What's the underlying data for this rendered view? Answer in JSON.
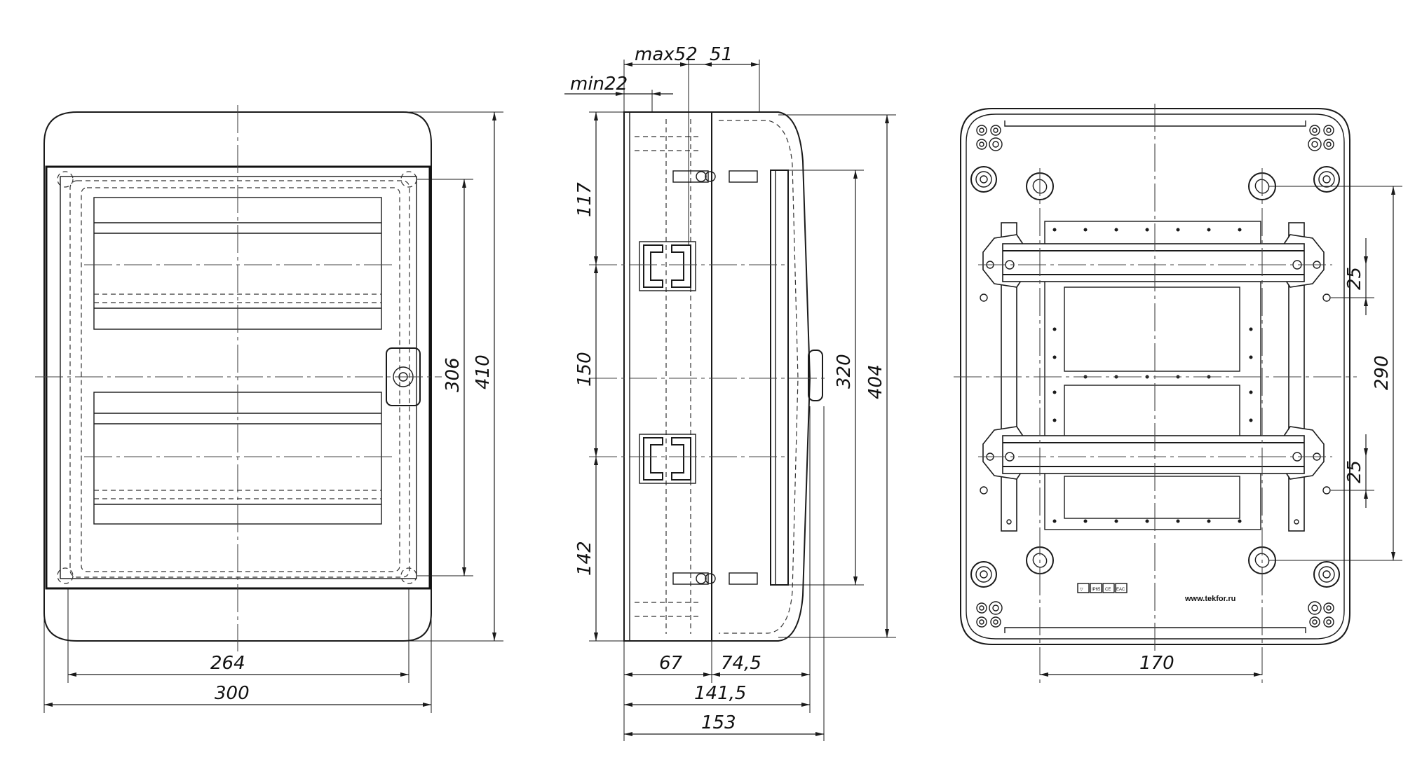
{
  "views": {
    "front": {
      "dimensions": {
        "width_inner": "264",
        "width_outer": "300",
        "height_inner": "306",
        "height_outer": "410"
      }
    },
    "side": {
      "dimensions": {
        "top_max": "max52",
        "top_door": "51",
        "top_min": "min22",
        "left_upper": "117",
        "left_middle": "150",
        "left_lower": "142",
        "right_door": "320",
        "right_overall": "404",
        "bottom_body": "67",
        "bottom_door": "74,5",
        "bottom_total_a": "141,5",
        "bottom_total_b": "153"
      }
    },
    "back": {
      "dimensions": {
        "mount_width": "170",
        "mount_height": "290",
        "rail_offset_top": "25",
        "rail_offset_bottom": "25"
      },
      "website": "www.tekfor.ru",
      "label_icons": [
        "▽",
        "IP65",
        "CE",
        "ЕАС"
      ]
    }
  }
}
